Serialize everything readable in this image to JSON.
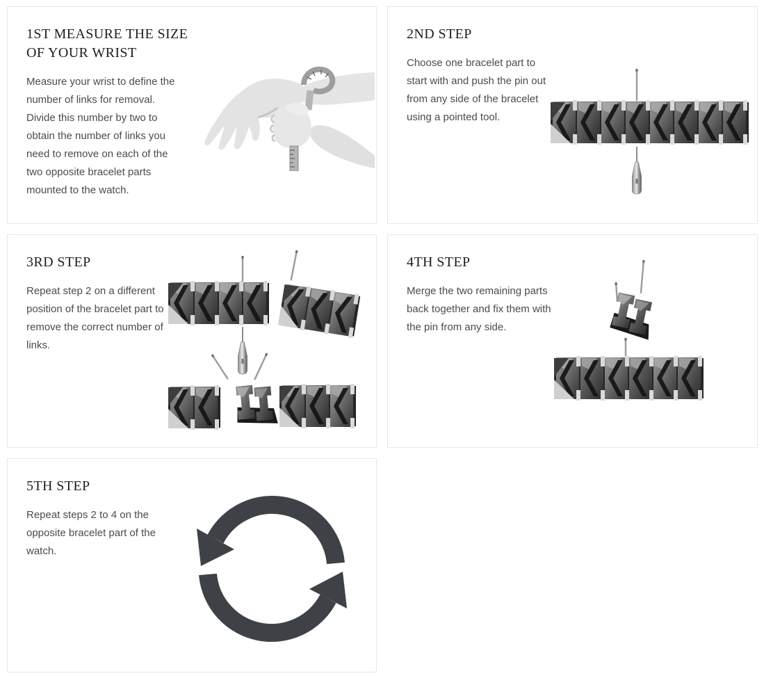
{
  "page": {
    "background": "#ffffff",
    "card_border_color": "#e6e6e6",
    "title_color": "#1d1d1f",
    "body_color": "#4b4b4b",
    "illustration_ink_color": "#3e4247"
  },
  "cards": [
    {
      "id": "step-1",
      "title": "1ST MEASURE THE SIZE OF YOUR WRIST",
      "body": "Measure your wrist to define the number of links for removal. Divide this number by two to obtain the number of links you need to remove on each of the two opposite bracelet parts mounted to the watch.",
      "illustration": "wrist-measure-photo"
    },
    {
      "id": "step-2",
      "title": "2ND STEP",
      "body": "Choose one bracelet part to start with and push the pin out from any side of the bracelet using a pointed tool.",
      "illustration": "bracelet-pin-push-tool"
    },
    {
      "id": "step-3",
      "title": "3RD STEP",
      "body": "Repeat step 2 on a different position of the bracelet part to remove the correct number of links.",
      "illustration": "bracelet-split-removed-links"
    },
    {
      "id": "step-4",
      "title": "4TH STEP",
      "body": "Merge the two remaining parts back together and fix them with the pin from any side.",
      "illustration": "bracelet-merge-parts"
    },
    {
      "id": "step-5",
      "title": "5TH STEP",
      "body": "Repeat steps 2 to 4 on the opposite bracelet part of the watch.",
      "illustration": "repeat-cycle-arrows"
    }
  ]
}
